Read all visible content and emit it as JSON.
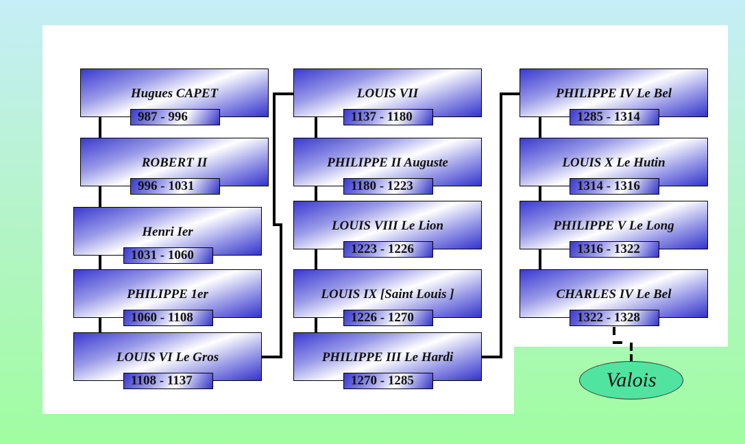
{
  "title": "Capétiens directs",
  "kings": [
    {
      "name": "Hugues CAPET",
      "dates": "987 - 996"
    },
    {
      "name": "ROBERT II",
      "dates": "996 - 1031"
    },
    {
      "name": "Henri Ier",
      "dates": "1031 - 1060"
    },
    {
      "name": "PHILIPPE 1er",
      "dates": "1060 - 1108"
    },
    {
      "name": "LOUIS VI Le Gros",
      "dates": "1108 - 1137"
    },
    {
      "name": "LOUIS VII",
      "dates": "1137 - 1180"
    },
    {
      "name": "PHILIPPE II Auguste",
      "dates": "1180 - 1223"
    },
    {
      "name": "LOUIS VIII Le Lion",
      "dates": "1223 - 1226"
    },
    {
      "name": "LOUIS IX [Saint Louis ]",
      "dates": "1226 - 1270"
    },
    {
      "name": "PHILIPPE III Le Hardi",
      "dates": "1270 - 1285"
    },
    {
      "name": "PHILIPPE IV Le Bel",
      "dates": "1285 - 1314"
    },
    {
      "name": "LOUIS X Le Hutin",
      "dates": "1314 - 1316"
    },
    {
      "name": "PHILIPPE V Le Long",
      "dates": "1316 - 1322"
    },
    {
      "name": "CHARLES IV Le Bel",
      "dates": "1322 - 1328"
    }
  ],
  "successor": "Valois"
}
